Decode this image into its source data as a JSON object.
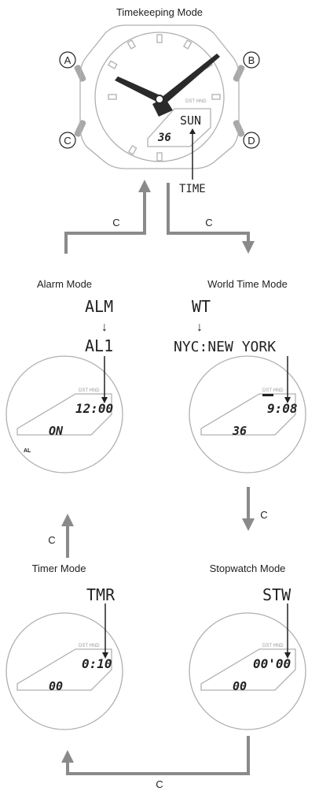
{
  "title": "Timekeeping Mode",
  "buttons": {
    "a": "A",
    "b": "B",
    "c": "C",
    "d": "D"
  },
  "timekeeping": {
    "indicators": "DST HND",
    "day": "SUN",
    "seconds": "36",
    "pointer_label": "TIME"
  },
  "flow_label": "C",
  "alarm": {
    "title": "Alarm Mode",
    "code1": "ALM",
    "code2": "AL1",
    "indicators": "DST HND",
    "time": "12:00",
    "status": "ON",
    "tag": "AL"
  },
  "world_time": {
    "title": "World Time Mode",
    "code1": "WT",
    "code2": "NYC:NEW YORK",
    "indicators": "DST HND",
    "time": "9:08",
    "seconds": "36"
  },
  "timer": {
    "title": "Timer Mode",
    "code": "TMR",
    "indicators": "DST HND",
    "time": "0:10",
    "seconds": "00"
  },
  "stopwatch": {
    "title": "Stopwatch Mode",
    "code": "STW",
    "indicators": "DST HND",
    "time": "00'00",
    "seconds": "00"
  },
  "colors": {
    "ring": "#b0b0b0",
    "flow_arrow": "#8a8a8a",
    "text": "#222222",
    "pusher": "#a8a8a8"
  }
}
